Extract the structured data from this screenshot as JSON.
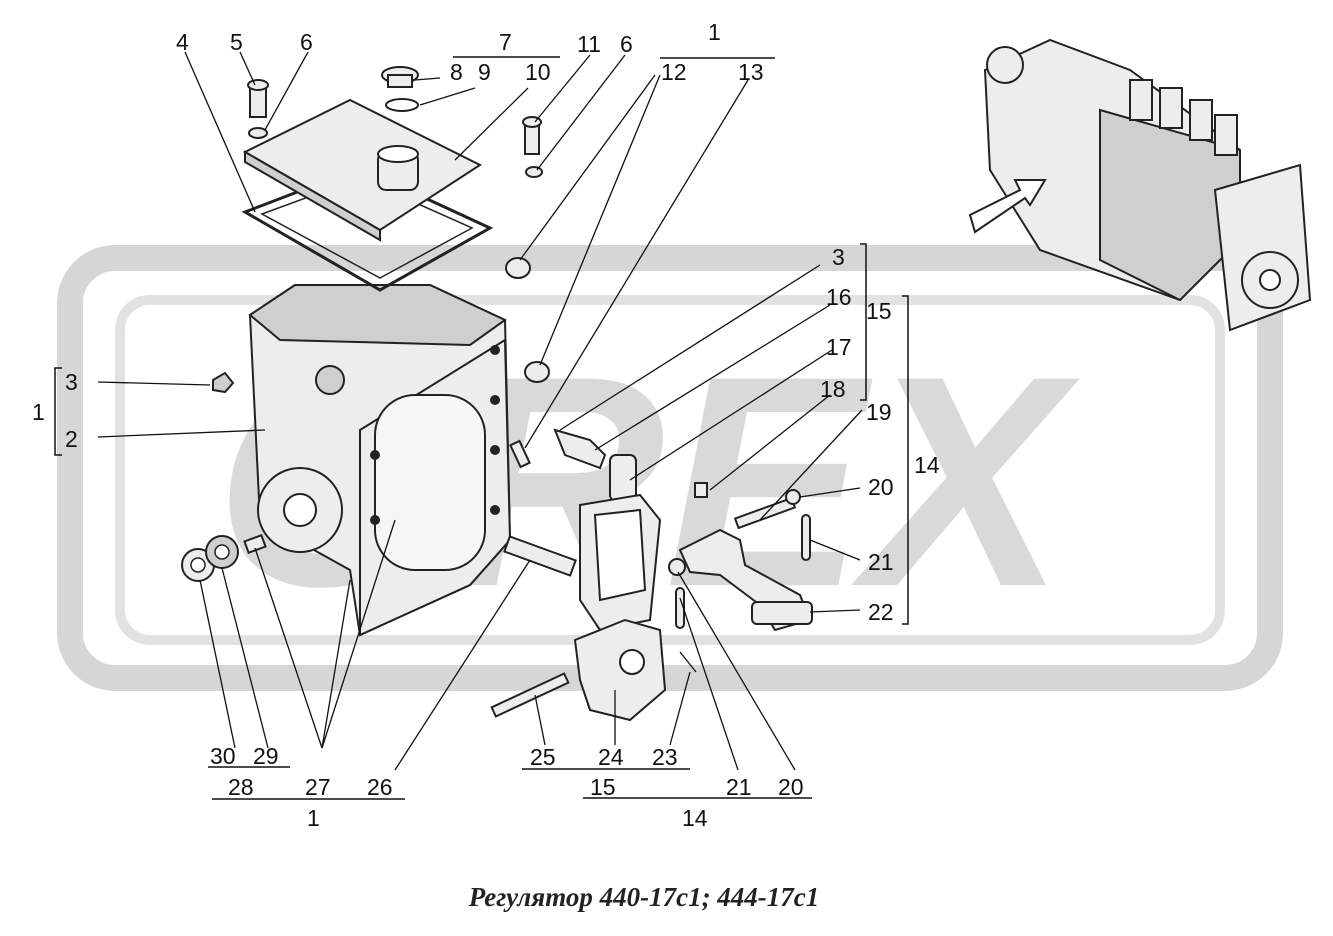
{
  "caption": "Регулятор 440-17с1; 444-17с1",
  "watermark": "OREX",
  "colors": {
    "watermark": "#d6d6d6",
    "watermark_dark": "#c4c4c4",
    "line": "#111111"
  },
  "callouts": {
    "c4": "4",
    "c5": "5",
    "c6a": "6",
    "c7": "7",
    "c8": "8",
    "c9": "9",
    "c10": "10",
    "c11": "11",
    "c6b": "6",
    "c1top": "1",
    "c12": "12",
    "c13": "13",
    "c3r": "3",
    "c16": "16",
    "c15r": "15",
    "c17": "17",
    "c18": "18",
    "c19": "19",
    "c14r": "14",
    "c20r": "20",
    "c21r": "21",
    "c22": "22",
    "c1l": "1",
    "c3l": "3",
    "c2l": "2",
    "c30": "30",
    "c29": "29",
    "c28": "28",
    "c27": "27",
    "c26": "26",
    "c1b": "1",
    "c25": "25",
    "c24": "24",
    "c23": "23",
    "c15b": "15",
    "c21b": "21",
    "c20b": "20",
    "c14b": "14"
  }
}
